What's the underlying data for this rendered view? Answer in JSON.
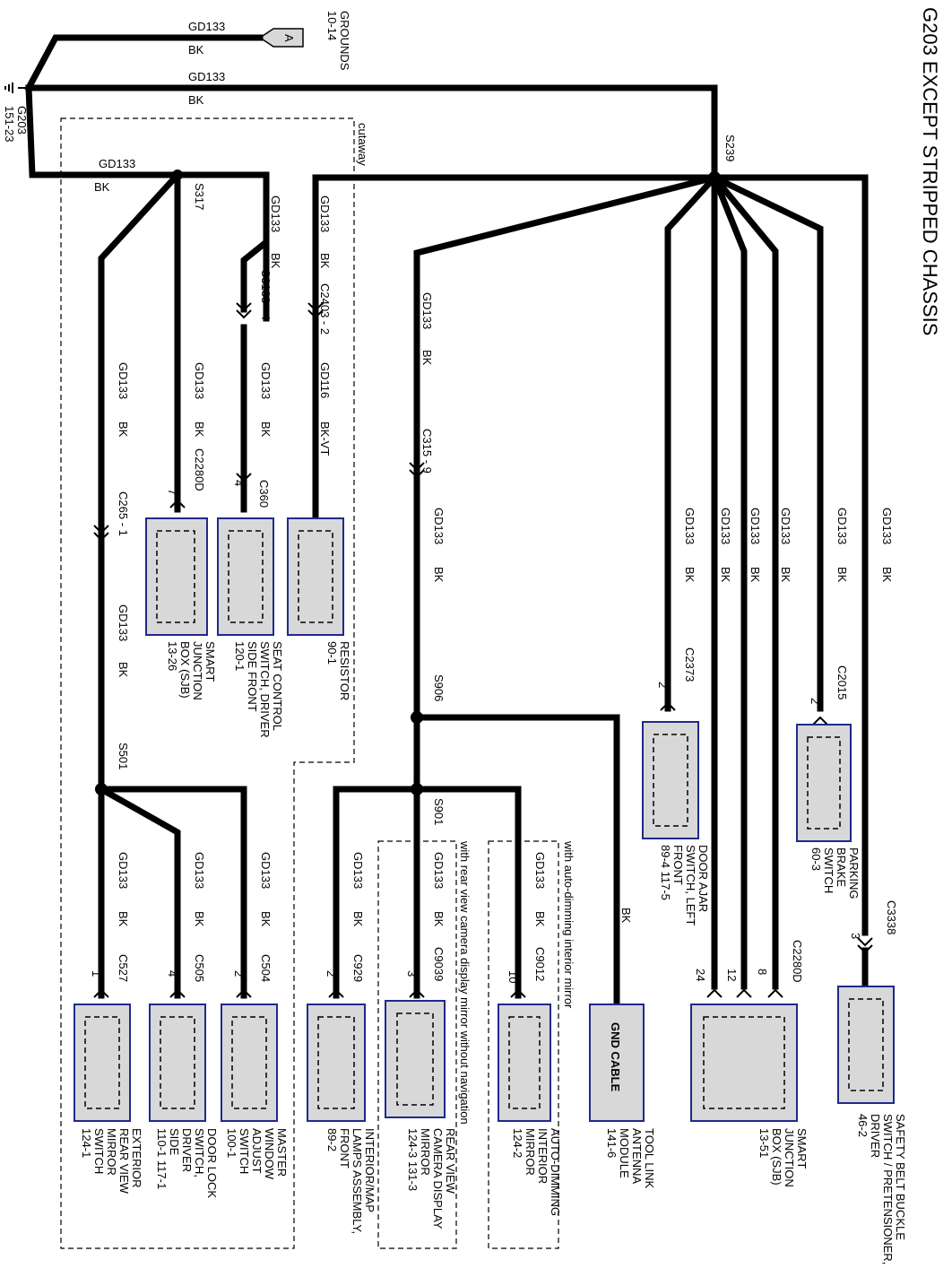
{
  "title": "G203 EXCEPT STRIPPED CHASSIS",
  "colors": {
    "wire": "#000000",
    "component_fill": "#d8d8d8",
    "component_border": "#1f2a8a"
  },
  "ground": {
    "name": "G203",
    "ref": "151-23"
  },
  "grounds_ref": {
    "label": "GROUNDS",
    "ref": "10-14",
    "tag": "A"
  },
  "wire_gd133": "GD133",
  "wire_gd116": "GD116",
  "color_bk": "BK",
  "color_bkvt": "BK-VT",
  "splices": {
    "s239": "S239",
    "s317": "S317",
    "s501": "S501",
    "s906": "S906",
    "s901": "S901"
  },
  "connectors": {
    "c3133": "C3133 - 4",
    "c2403": "C2403 - 2",
    "c315": "C315 - 9",
    "c265": "C265 - 1",
    "c2280d_a": "C2280D",
    "c360": "C360",
    "c2373": "C2373",
    "c2015": "C2015",
    "c3338": "C3338",
    "c2280d_b": "C2280D",
    "c527": "C527",
    "c505": "C505",
    "c504": "C504",
    "c929": "C929",
    "c9039": "C9039",
    "c9012": "C9012"
  },
  "pins": {
    "p7": "7",
    "p4a": "4",
    "p2a": "2",
    "p2b": "2",
    "p3a": "3",
    "p24": "24",
    "p12": "12",
    "p8": "8",
    "p1": "1",
    "p4b": "4",
    "p2c": "2",
    "p2d": "2",
    "p3b": "3",
    "p10": "10"
  },
  "option_labels": {
    "cutaway": "cutaway",
    "rear_view": "with rear view camera display mirror without navigation",
    "auto_dim": "with auto-dimming interior mirror"
  },
  "gnd_cable": "GND CABLE",
  "components": {
    "sjb_1": [
      "SMART",
      "JUNCTION",
      "BOX (SJB)",
      "13-26"
    ],
    "seat": [
      "SEAT CONTROL",
      "SWITCH, DRIVER",
      "SIDE FRONT",
      "120-1"
    ],
    "resistor": [
      "RESISTOR",
      "90-1"
    ],
    "door_ajar": [
      "DOOR AJAR",
      "SWITCH, LEFT",
      "FRONT",
      "89-4    117-5"
    ],
    "parking": [
      "PARKING",
      "BRAKE",
      "SWITCH",
      "60-3"
    ],
    "safety": [
      "SAFETY BELT BUCKLE",
      "SWITCH / PRETENSIONER,",
      "DRIVER",
      "46-2"
    ],
    "sjb_2": [
      "SMART",
      "JUNCTION",
      "BOX (SJB)",
      "13-51"
    ],
    "tool_link": [
      "TOOL LINK",
      "ANTENNA",
      "MODULE",
      "141-6"
    ],
    "auto_dim": [
      "AUTO-DIMMING",
      "INTERIOR",
      "MIRROR",
      "124-2"
    ],
    "rear_cam": [
      "REAR VIEW",
      "CAMERA DISPLAY",
      "MIRROR",
      "124-3   131-3"
    ],
    "interior_map": [
      "INTERIOR/MAP",
      "LAMPS ASSEMBLY,",
      "FRONT",
      "89-2"
    ],
    "window": [
      "MASTER",
      "WINDOW",
      "ADJUST",
      "SWITCH",
      "100-1"
    ],
    "door_lock": [
      "DOOR LOCK",
      "SWITCH,",
      "DRIVER",
      "SIDE",
      "110-1   117-1"
    ],
    "ext_mirror": [
      "EXTERIOR",
      "REAR VIEW",
      "MIRROR",
      "SWITCH",
      "124-1"
    ]
  }
}
